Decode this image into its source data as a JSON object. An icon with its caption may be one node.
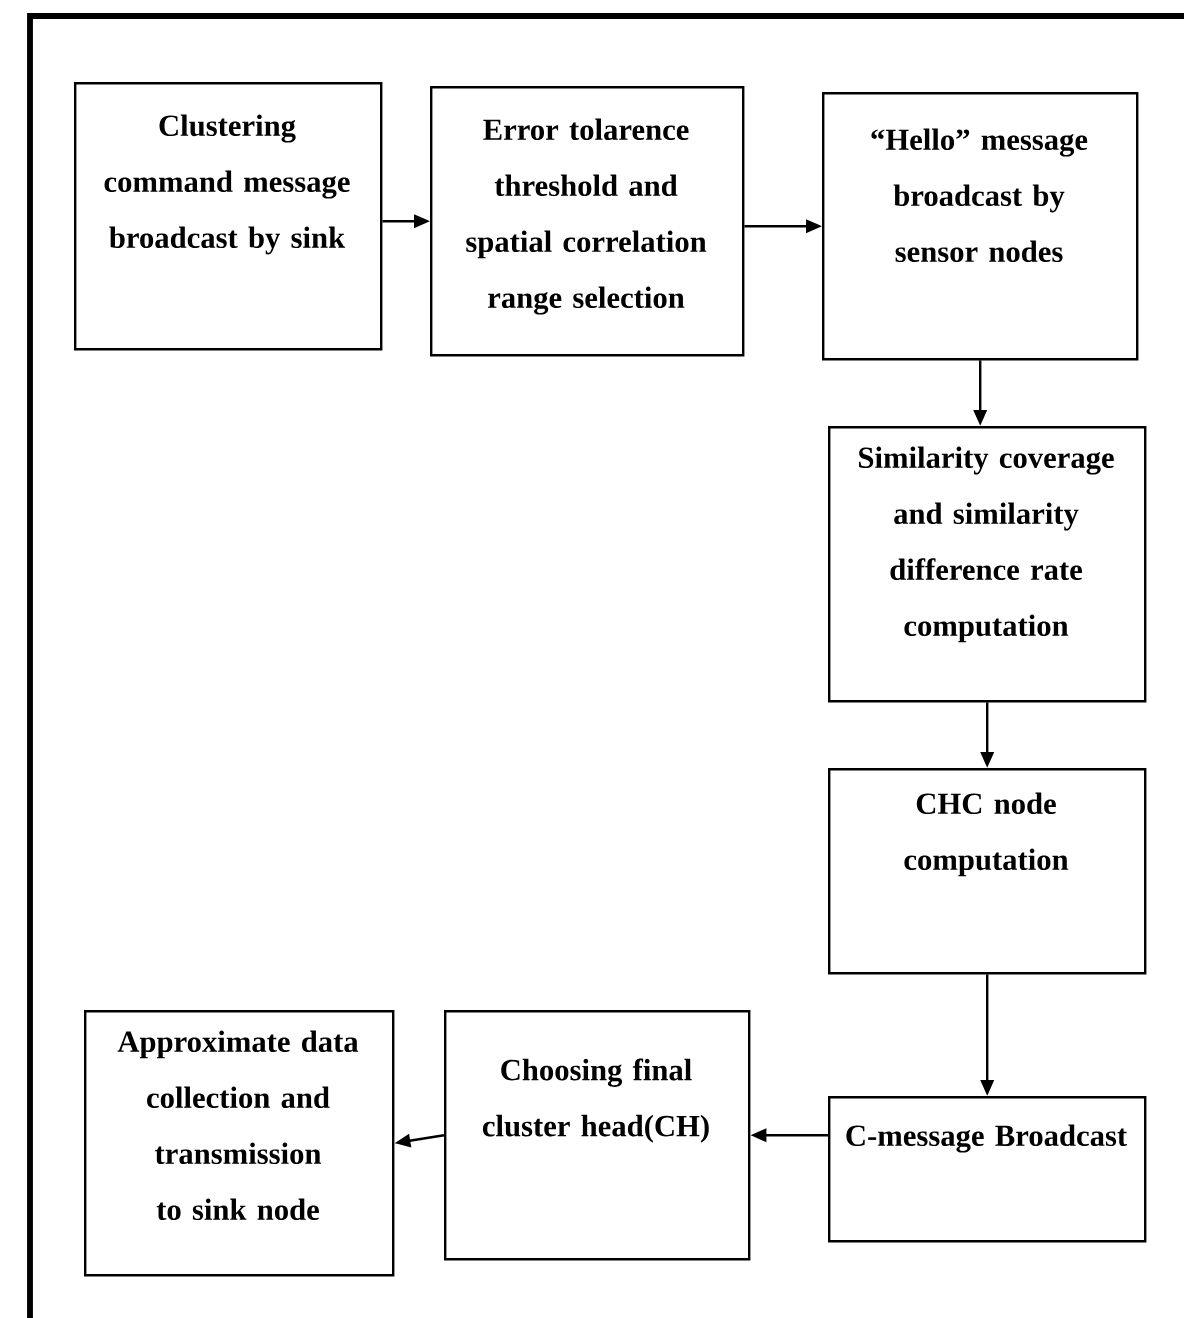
{
  "diagram": {
    "nodes": [
      {
        "text": [
          "Clustering command message broadcast by sink"
        ]
      },
      {
        "text": [
          "Error tolarence threshold and spatial correlation range selection"
        ]
      },
      {
        "text": [
          "“Hello” message broadcast by sensor nodes"
        ]
      },
      {
        "text": [
          "Similarity coverage and similarity difference rate computation"
        ]
      },
      {
        "text": [
          "CHC node computation"
        ]
      },
      {
        "text": [
          "C-message Broadcast"
        ]
      },
      {
        "text": [
          "Choosing final cluster head(CH)"
        ]
      },
      {
        "text": [
          "Approximate data collection and transmission to sink node"
        ]
      }
    ],
    "edges": [
      {
        "from": 0,
        "to": 1,
        "arrow": "to"
      },
      {
        "from": 1,
        "to": 2,
        "arrow": "to"
      },
      {
        "from": 2,
        "to": 3,
        "arrow": "to"
      },
      {
        "from": 3,
        "to": 4,
        "arrow": "to"
      },
      {
        "from": 4,
        "to": 5,
        "arrow": "to"
      },
      {
        "from": 5,
        "to": 6,
        "arrow": "to"
      },
      {
        "from": 6,
        "to": 7,
        "arrow": "to"
      }
    ]
  }
}
